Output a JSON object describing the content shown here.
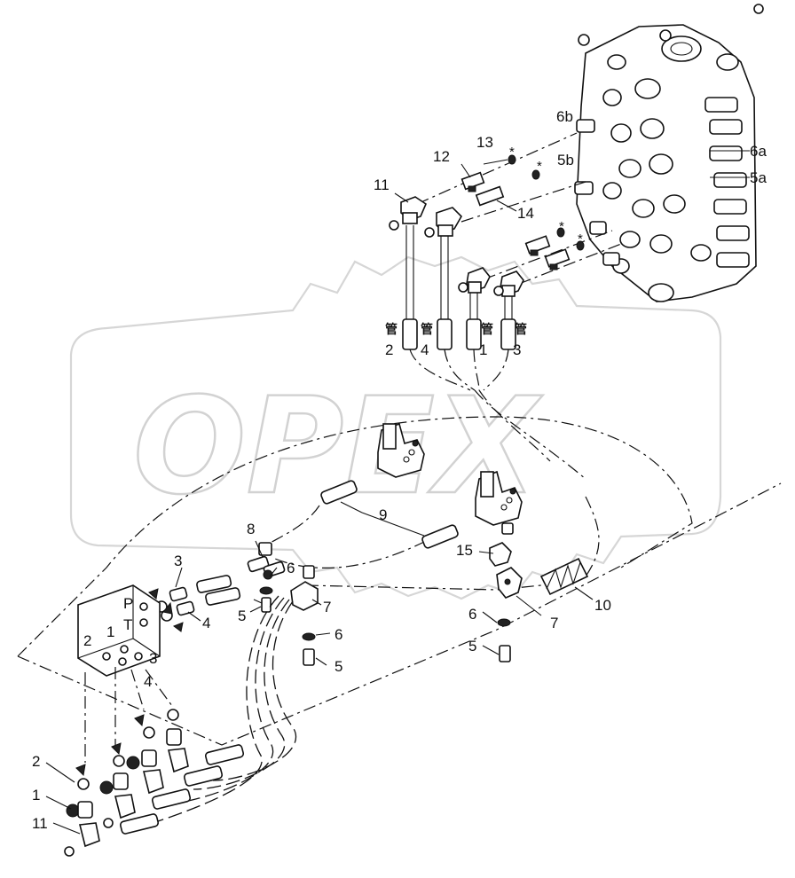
{
  "watermark": {
    "text": "OPEX"
  },
  "callouts": {
    "top_13": "13",
    "top_12": "12",
    "top_11": "11",
    "top_14": "14",
    "top_6b": "6b",
    "top_6a": "6a",
    "top_5a": "5a",
    "top_5b": "5b",
    "pipe_2": "2",
    "pipe_4": "4",
    "pipe_1": "1",
    "pipe_3": "3",
    "mid_9": "9",
    "mid_8": "8",
    "mid_15": "15",
    "mid_10": "10",
    "mid_3": "3",
    "mid_4": "4",
    "mid_5a": "5",
    "mid_6a": "6",
    "mid_7a": "7",
    "mid_6b": "6",
    "mid_5b": "5",
    "mid_6c": "6",
    "mid_7b": "7",
    "mid_5c": "5",
    "block_P": "P",
    "block_T": "T",
    "block_2": "2",
    "block_1": "1",
    "block_3": "3",
    "block_4": "4",
    "bot_2": "2",
    "bot_1": "1",
    "bot_11": "11"
  },
  "pipe_marks": {
    "pipe_mark_2": "管",
    "pipe_mark_4": "管",
    "pipe_mark_1": "管",
    "pipe_mark_3": "管"
  },
  "asterisks": {
    "ast_1": "*",
    "ast_2": "*",
    "ast_3": "*",
    "ast_4": "*"
  }
}
